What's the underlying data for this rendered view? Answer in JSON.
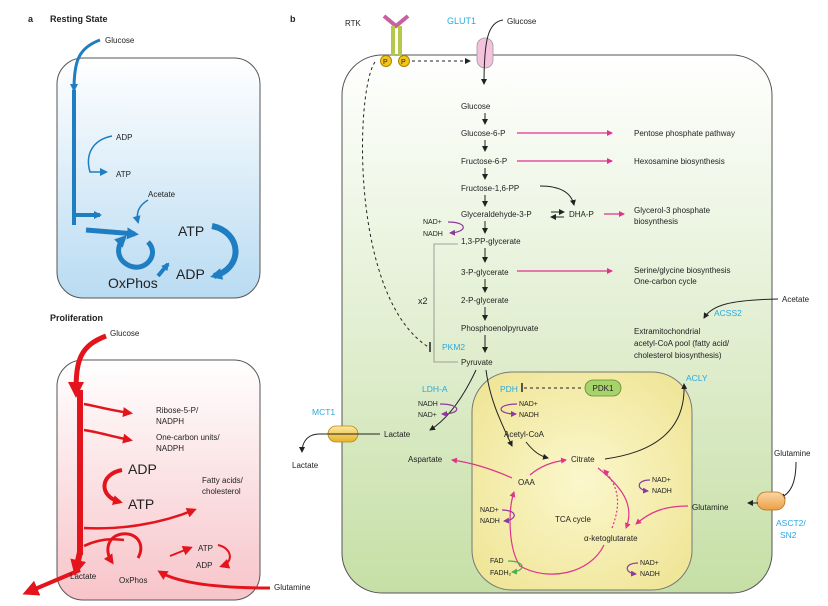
{
  "panel_a": {
    "letter": "a",
    "resting": {
      "title": "Resting State",
      "glucose": "Glucose",
      "adp": "ADP",
      "atp": "ATP",
      "acetate": "Acetate",
      "atp_big": "ATP",
      "adp_big": "ADP",
      "oxphos": "OxPhos"
    },
    "proliferation": {
      "title": "Proliferation",
      "glucose": "Glucose",
      "ribose_1": "Ribose-5-P/",
      "ribose_2": "NADPH",
      "onecarbon_1": "One-carbon units/",
      "onecarbon_2": "NADPH",
      "adp_big": "ADP",
      "atp_big": "ATP",
      "fatty_1": "Fatty acids/",
      "fatty_2": "cholesterol",
      "atp_small": "ATP",
      "adp_small": "ADP",
      "oxphos": "OxPhos",
      "lactate": "Lactate",
      "glutamine": "Glutamine"
    }
  },
  "panel_b": {
    "letter": "b",
    "rtk": "RTK",
    "p1": "P",
    "p2": "P",
    "glut1": "GLUT1",
    "glucose_out": "Glucose",
    "metabolites": {
      "glucose": "Glucose",
      "g6p": "Glucose-6-P",
      "f6p": "Fructose-6-P",
      "f16pp": "Fructose-1,6-PP",
      "g3p": "Glyceraldehyde-3-P",
      "dhap": "DHA-P",
      "bpg": "1,3-PP-glycerate",
      "pg3": "3-P-glycerate",
      "pg2": "2-P-glycerate",
      "pep": "Phosphoenolpyruvate",
      "pyruvate": "Pyruvate",
      "lactate": "Lactate",
      "acetylcoa": "Acetyl-CoA",
      "oaa": "OAA",
      "citrate": "Citrate",
      "aketo": "α-ketoglutarate",
      "glutamine_in": "Glutamine",
      "aspartate": "Aspartate",
      "tca": "TCA cycle"
    },
    "outputs": {
      "ppp": "Pentose phosphate pathway",
      "hexosamine": "Hexosamine biosynthesis",
      "glycerol_1": "Glycerol-3 phosphate",
      "glycerol_2": "biosynthesis",
      "serine_1": "Serine/glycine biosynthesis",
      "serine_2": "One-carbon cycle",
      "pool_1": "Extramitochondrial",
      "pool_2": "acetyl-CoA pool (fatty acid/",
      "pool_3": "cholesterol biosynthesis)"
    },
    "cofactors": {
      "nadp": "NAD+",
      "nadh": "NADH",
      "fad": "FAD",
      "fadh2": "FADH₂"
    },
    "enzymes": {
      "pkm2": "PKM2",
      "ldha": "LDH-A",
      "pdh": "PDH",
      "pdk1": "PDK1",
      "acss2": "ACSS2",
      "acly": "ACLY",
      "mct1": "MCT1",
      "asct2_1": "ASCT2/",
      "asct2_2": "SN2"
    },
    "x2": "x2",
    "acetate_out": "Acetate",
    "lactate_out": "Lactate",
    "glutamine_out": "Glutamine"
  },
  "colors": {
    "resting_blue": "#1f7dc1",
    "proliferation_red": "#e3141b",
    "pathway_magenta": "#e0338c",
    "nad_purple": "#8e3a9c",
    "enzyme_cyan": "#29a9df",
    "pdk1_green": "#a8d26b"
  }
}
